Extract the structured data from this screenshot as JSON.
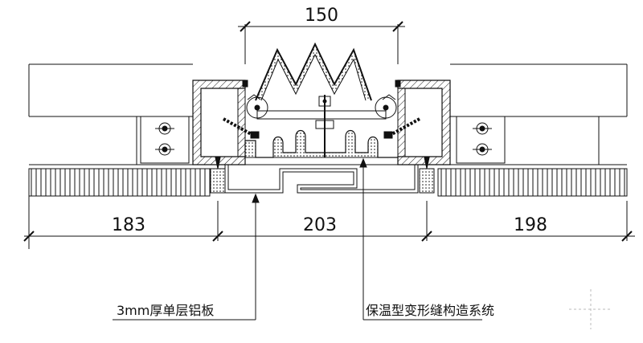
{
  "dimensions": {
    "top": "150",
    "left": "183",
    "middle": "203",
    "right": "198"
  },
  "labels": {
    "panel_note": "3mm厚单层铝板",
    "system_note": "保温型变形缝构造系统"
  }
}
